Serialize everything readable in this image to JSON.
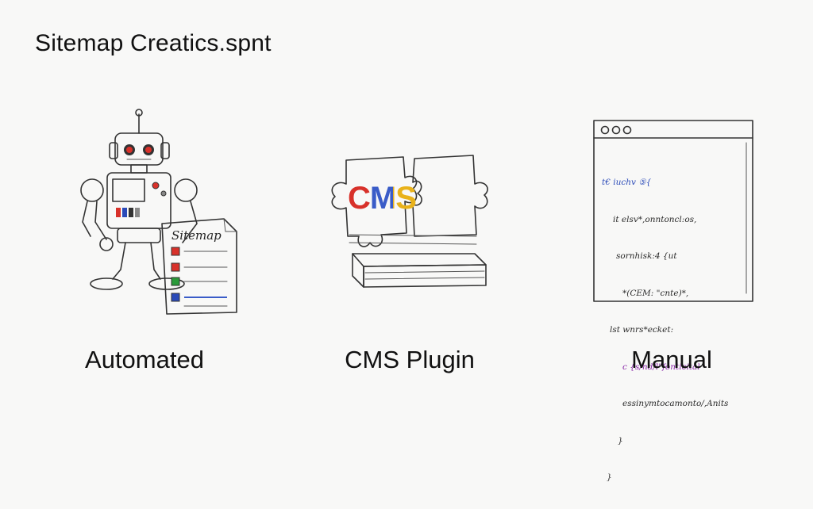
{
  "title": "Sitemap Creatics.spnt",
  "panels": [
    {
      "label": "Automated",
      "document_title": "Sitemap"
    },
    {
      "label": "CMS Plugin",
      "badge": "CMS"
    },
    {
      "label": "Manual",
      "code_lines": [
        "t€ iuchv ⑤{",
        "it elsv*,onntoncl:os,",
        "sornhisk:4 {ut",
        "*(CEM: \"cnte)*,",
        "lst wnrs*ecket:",
        "c {s/nd/l\"fonticital",
        "essinymtocamonto/,Anits",
        "}",
        "}"
      ]
    }
  ],
  "colors": {
    "checkbox_red": "#d8312a",
    "checkbox_green": "#2a9a3a",
    "checkbox_blue": "#2a4ab8",
    "cms_c": "#d8312a",
    "cms_m": "#3a5cc8",
    "cms_s": "#e9b21a"
  }
}
